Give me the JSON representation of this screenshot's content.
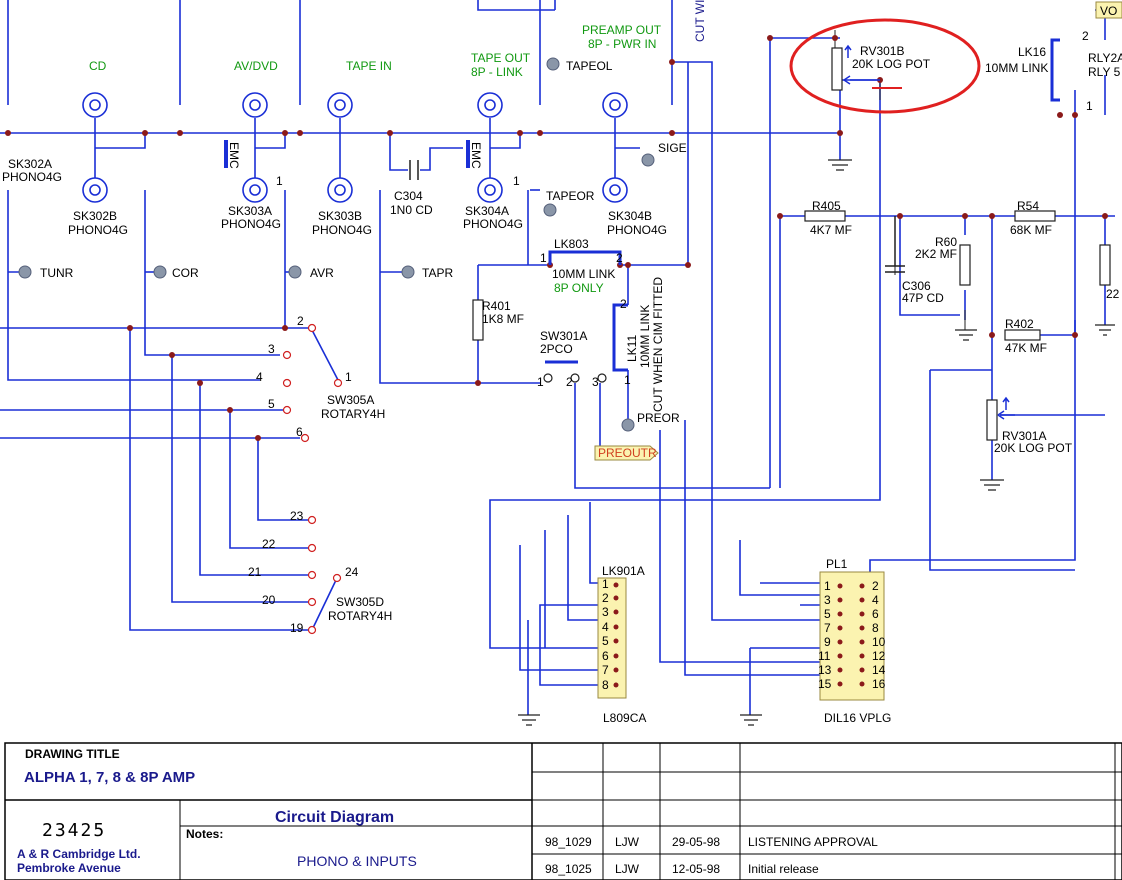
{
  "labels": {
    "cd": "CD",
    "avdvd": "AV/DVD",
    "tapein": "TAPE IN",
    "tapeout1": "TAPE OUT",
    "tapeout2": "8P - LINK",
    "tapeol": "TAPEOL",
    "preamp1": "PREAMP OUT",
    "preamp2": "8P - PWR IN",
    "cutw": "CUT WI",
    "sk302a1": "SK302A",
    "sk302a2": "PHONO4G",
    "sk302b1": "SK302B",
    "sk302b2": "PHONO4G",
    "sk303a1": "SK303A",
    "sk303a2": "PHONO4G",
    "sk303b1": "SK303B",
    "sk303b2": "PHONO4G",
    "sk304a1": "SK304A",
    "sk304a2": "PHONO4G",
    "sk304b1": "SK304B",
    "sk304b2": "PHONO4G",
    "c304a": "C304",
    "c304b": "1N0 CD",
    "emc1": "EMC",
    "emc2": "EMC",
    "sige": "SIGE",
    "tapeor": "TAPEOR",
    "tunr": "TUNR",
    "cor": "COR",
    "avr": "AVR",
    "tapr": "TAPR",
    "lk803a": "LK803",
    "lk803b": "10MM LINK",
    "lk803c": "8P ONLY",
    "r401a": "R401",
    "r401b": "1K8 MF",
    "sw301a1": "SW301A",
    "sw301a2": "2PCO",
    "lk11a": "LK11",
    "lk11b": "10MM LINK",
    "lk11c": "CUT WHEN CIM FITTED",
    "preor": "PREOR",
    "preoutr": "PREOUTR",
    "sw305a1": "SW305A",
    "sw305a2": "ROTARY4H",
    "sw305d1": "SW305D",
    "sw305d2": "ROTARY4H",
    "rv301b1": "RV301B",
    "rv301b2": "20K LOG POT",
    "lk16a": "LK16",
    "lk16b": "10MM LINK",
    "rly1": "RLY2A",
    "rly2": "RLY 5",
    "vol": "VO",
    "r405a": "R405",
    "r405b": "4K7 MF",
    "r54a": "R54",
    "r54b": "68K MF",
    "r60a": "R60",
    "r60b": "2K2 MF",
    "c306a": "C306",
    "c306b": "47P CD",
    "r402a": "R402",
    "r402b": "47K MF",
    "rv301a1": "RV301A",
    "rv301a2": "20K LOG POT",
    "r22": "22",
    "lk901a": "LK901A",
    "l809ca": "L809CA",
    "pl1": "PL1",
    "dil16": "DIL16 VPLG"
  },
  "pins": {
    "p1a": "1",
    "p1b": "1",
    "p1c": "1",
    "p2a": "2",
    "p1d": "1",
    "p2b": "2",
    "p2c": "2",
    "sw2": "2",
    "sw3": "3",
    "sw4": "4",
    "sw5": "5",
    "sw6": "6",
    "sw1": "1",
    "sw23": "23",
    "sw22": "22",
    "sw21": "21",
    "sw20": "20",
    "sw19": "19",
    "sw24": "24",
    "s1": "1",
    "s2": "2",
    "s3": "3",
    "lk16p": "2",
    "lk16q": "1",
    "lk1": "1",
    "lk2": "2",
    "lk3": "3",
    "lk4": "4",
    "lk5": "5",
    "lk6": "6",
    "lk7": "7",
    "lk8": "8",
    "pa1": "1",
    "pa2": "2",
    "pa3": "3",
    "pa4": "4",
    "pa5": "5",
    "pa6": "6",
    "pa7": "7",
    "pa8": "8",
    "pa9": "9",
    "pa10": "10",
    "pa11": "11",
    "pa12": "12",
    "pa13": "13",
    "pa14": "14",
    "pa15": "15",
    "pa16": "16"
  },
  "title_block": {
    "drawing_title_label": "DRAWING TITLE",
    "drawing_title": "ALPHA 1, 7, 8 & 8P AMP",
    "number": "23425",
    "company1": "A & R Cambridge Ltd.",
    "company2": "Pembroke Avenue",
    "notes_label": "Notes:",
    "circuit": "Circuit Diagram",
    "sheet": "PHONO & INPUTS",
    "rev1_no": "98_1029",
    "rev1_by": "LJW",
    "rev1_date": "29-05-98",
    "rev1_desc": "LISTENING APPROVAL",
    "rev2_no": "98_1025",
    "rev2_by": "LJW",
    "rev2_date": "12-05-98",
    "rev2_desc": "Initial release"
  },
  "colors": {
    "wire": "#1a2fd6",
    "component_label": "#000000",
    "net_label": "#119911",
    "annotation": "#e02020",
    "connector_fill": "#fbf3b0"
  }
}
